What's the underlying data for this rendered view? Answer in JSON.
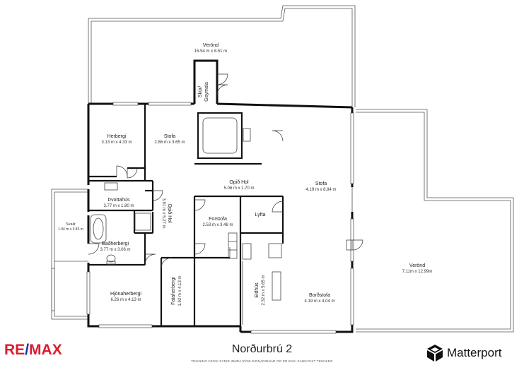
{
  "property_title": "Norðurbrú 2",
  "disclaimer": "TEIKNING ÞESSI SÝNIR INNRA RÝMI EIGNARINNAR OG ER EKKI SAMÞYKKT TEIKNING",
  "brand_left": {
    "part1": "RE",
    "slash": "/",
    "part2": "MAX",
    "red": "#dc1c2e",
    "blue": "#003da5"
  },
  "brand_right": {
    "name": "Matterport"
  },
  "rooms": {
    "verond_top": {
      "name": "Verönd",
      "dims": "15.54 m x 8.51 m"
    },
    "skur": {
      "name_line1": "Skúr/",
      "name_line2": "Geymsla"
    },
    "herbergi": {
      "name": "Herbergi",
      "dims": "3.13 m x 4.33 m"
    },
    "stofa_small": {
      "name": "Stofa",
      "dims": "2.86 m x 3.65 m"
    },
    "stofa_large": {
      "name": "Stofa",
      "dims": "4.19 m x 8.84 m"
    },
    "opid_hol_top": {
      "name": "Opið Hol",
      "dims": "5.06 m x 1.70 m"
    },
    "thvottahus": {
      "name": "Þvottahús",
      "dims": "3.77 m x 1.80 m"
    },
    "opid_hol_side": {
      "name": "Opið Hol",
      "dims": "3.91 m x 5.27 m"
    },
    "svalir": {
      "name": "Svalir",
      "dims": "1.94 m x 3.83 m"
    },
    "forstofa": {
      "name": "Forstofa",
      "dims": "2.53 m x 3.48 m"
    },
    "lyfta": {
      "name": "Lyfta"
    },
    "badherbergi": {
      "name": "Baðherbergi",
      "dims": "3.77 m x 3.06 m"
    },
    "verond_right": {
      "name": "Verönd",
      "dims": "7.11m x 12.99m"
    },
    "eldhus": {
      "name": "Eldhús",
      "dims": "2.32 m x 5.65 m"
    },
    "bordstofa": {
      "name": "Borðstofa",
      "dims": "4.19 m x 4.04 m"
    },
    "hjonaherbergi": {
      "name": "Hjónaherbergi",
      "dims": "6.26 m x 4.13 m"
    },
    "fataherbergi": {
      "name": "Fataherbergi",
      "dims": "1.92 m x 4.13 m"
    }
  }
}
